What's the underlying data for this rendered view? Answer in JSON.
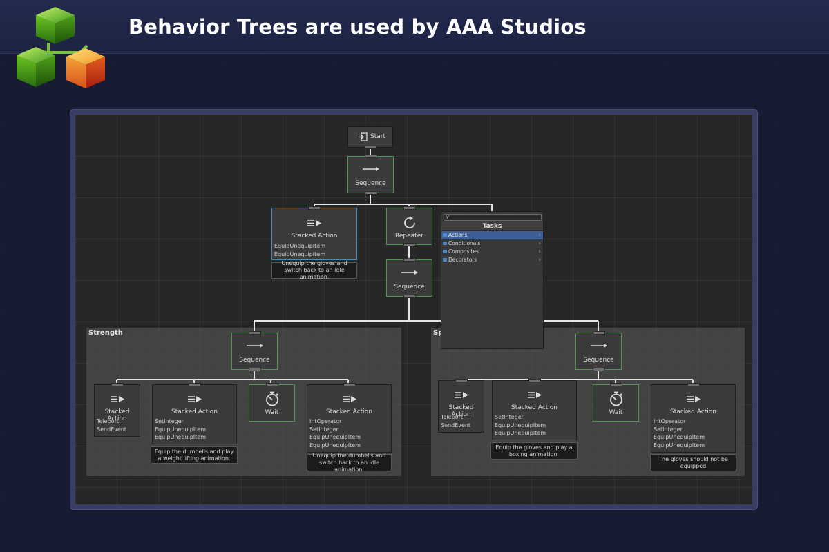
{
  "header": {
    "title": "Behavior Trees are used by AAA Studios"
  },
  "colors": {
    "background": "#171c33",
    "header": "#232a4d",
    "canvas": "#262626",
    "node_border_green": "#4f9a52",
    "node_border_blue": "#3d8fc7",
    "selected_item": "#3d5f96"
  },
  "tree": {
    "start": {
      "label": "Start",
      "icon": "enter-icon"
    },
    "root_sequence": {
      "label": "Sequence",
      "icon": "arrow-right-icon"
    },
    "stacked_left": {
      "label": "Stacked Action",
      "tasks": [
        "EquipUnequipItem",
        "EquipUnequipItem"
      ],
      "comment": "Unequip the gloves and switch back to an idle animation."
    },
    "repeater": {
      "label": "Repeater",
      "icon": "repeat-icon"
    },
    "inner_sequence": {
      "label": "Sequence"
    }
  },
  "groups": {
    "strength": {
      "label": "Strength",
      "sequence": "Sequence",
      "node1": {
        "label": "Stacked Action",
        "tasks": [
          "Teleport",
          "SendEvent"
        ]
      },
      "node2": {
        "label": "Stacked Action",
        "tasks": [
          "SetInteger",
          "EquipUnequipItem",
          "EquipUnequipItem"
        ],
        "comment": "Equip the dumbells and play a weight lifting animation."
      },
      "wait": "Wait",
      "node4": {
        "label": "Stacked Action",
        "tasks": [
          "IntOperator",
          "SetInteger",
          "EquipUnequipItem",
          "EquipUnequipItem"
        ],
        "comment": "Unequip the dumbells and switch back to an idle animation."
      }
    },
    "speed": {
      "label": "Spe",
      "sequence": "Sequence",
      "node1": {
        "label": "Stacked Action",
        "tasks": [
          "Teleport",
          "SendEvent"
        ]
      },
      "node2": {
        "label": "Stacked Action",
        "tasks": [
          "SetInteger",
          "EquipUnequipItem",
          "EquipUnequipItem"
        ],
        "comment": "Equip the gloves and play a boxing animation."
      },
      "wait": "Wait",
      "node4": {
        "label": "Stacked Action",
        "tasks": [
          "IntOperator",
          "SetInteger",
          "EquipUnequipItem",
          "EquipUnequipItem"
        ],
        "comment": "The gloves should not be equipped"
      }
    }
  },
  "tasks_panel": {
    "search_placeholder": "",
    "title": "Tasks",
    "items": [
      {
        "label": "Actions",
        "selected": true
      },
      {
        "label": "Conditionals",
        "selected": false
      },
      {
        "label": "Composites",
        "selected": false
      },
      {
        "label": "Decorators",
        "selected": false
      }
    ]
  }
}
